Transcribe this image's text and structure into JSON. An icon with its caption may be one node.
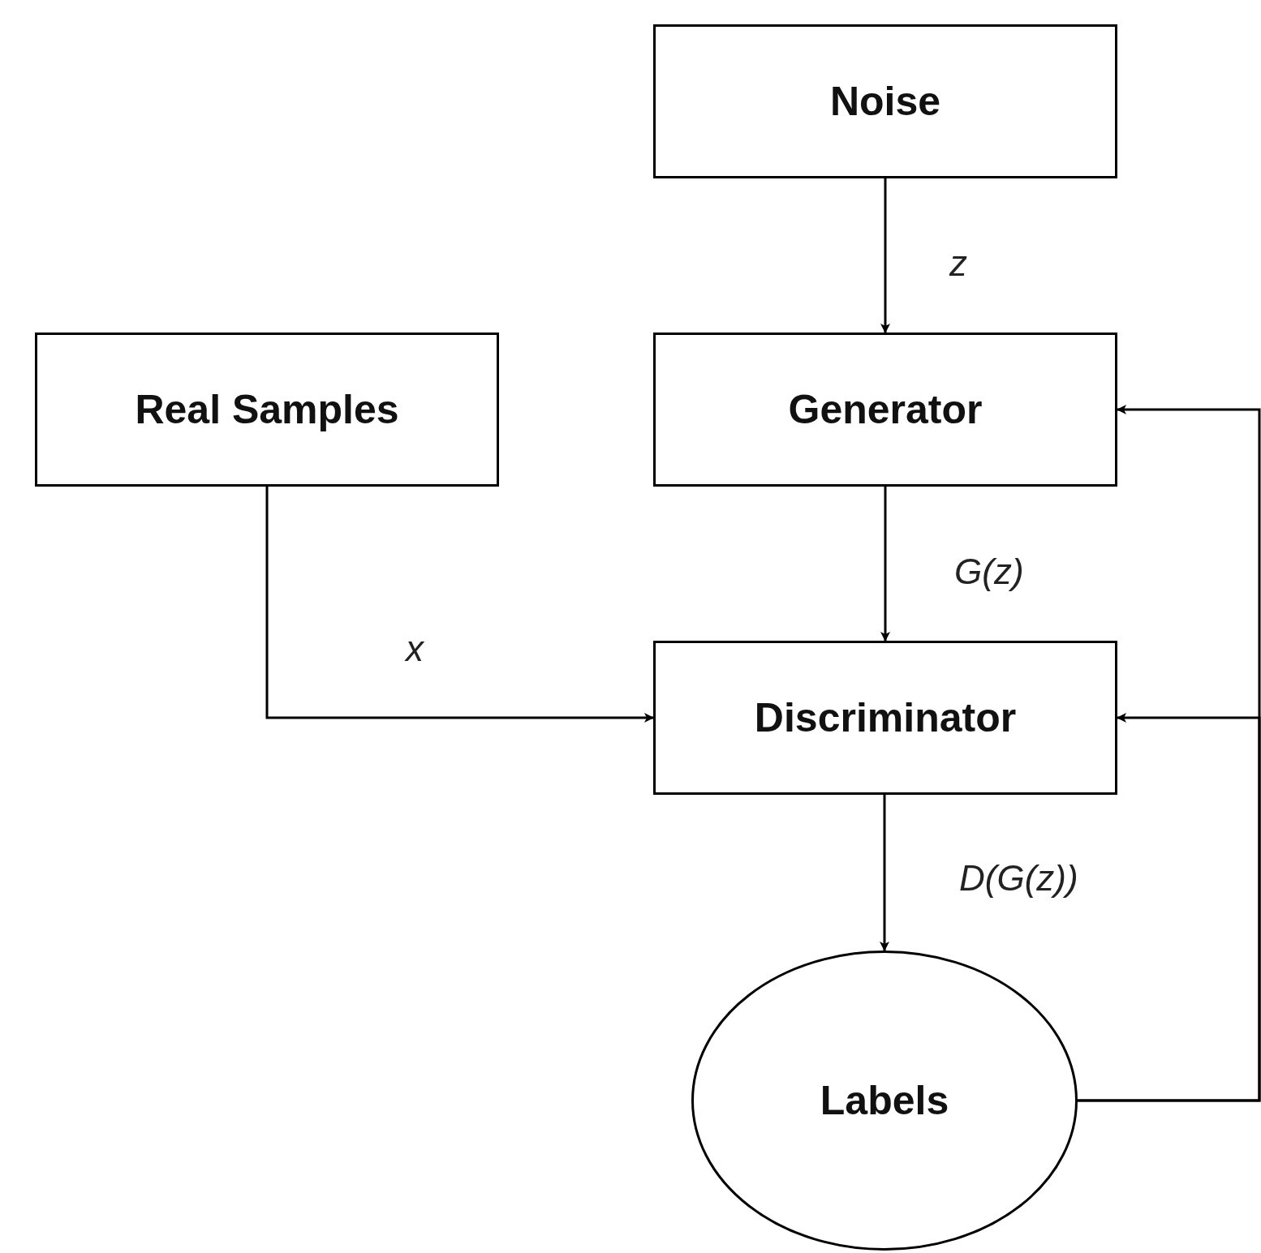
{
  "diagram": {
    "nodes": [
      {
        "text": [
          "Noise"
        ]
      },
      {
        "text": [
          "Real Samples"
        ]
      },
      {
        "text": [
          "Generator"
        ]
      },
      {
        "text": [
          "Discriminator"
        ]
      },
      {
        "text": [
          "Labels"
        ]
      }
    ],
    "edges": [
      {
        "from": 0,
        "to": 2,
        "arrow": "to",
        "label": "z"
      },
      {
        "from": 2,
        "to": 3,
        "arrow": "to",
        "label": "G(z)"
      },
      {
        "from": 1,
        "to": 3,
        "arrow": "to",
        "label": "x"
      },
      {
        "from": 3,
        "to": 4,
        "arrow": "to",
        "label": "D(G(z))"
      },
      {
        "from": 4,
        "to": 2,
        "arrow": "to"
      },
      {
        "from": 4,
        "to": 3,
        "arrow": "to"
      }
    ]
  }
}
